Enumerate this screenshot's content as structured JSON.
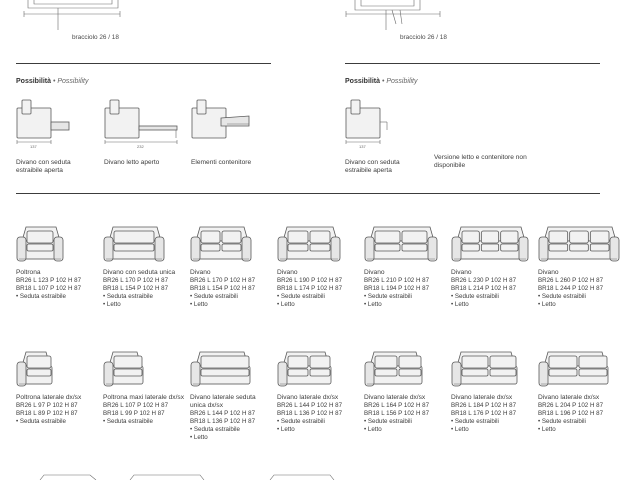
{
  "top": {
    "left_caption": "bracciolo 26 / 18",
    "right_caption": "bracciolo 26 / 18"
  },
  "possibilities_left": {
    "title_it": "Possibilità",
    "title_sep": "•",
    "title_en": "Possibility",
    "items": [
      {
        "caption": "Divano con seduta estraibile aperta",
        "dimension": "137"
      },
      {
        "caption": "Divano letto aperto",
        "dimension": "232"
      },
      {
        "caption": "Elementi contenitore"
      }
    ]
  },
  "possibilities_right": {
    "title_it": "Possibilità",
    "title_sep": "•",
    "title_en": "Possibility",
    "items": [
      {
        "caption": "Divano con seduta estraibile aperta",
        "dimension": "137"
      },
      {
        "caption": "Versione letto e contenitore non disponibile"
      }
    ]
  },
  "models_row1": [
    {
      "name": "Poltrona",
      "dims": [
        "BR26 L 123 P 102 H 87",
        "BR18 L 107 P 102 H 87"
      ],
      "features": [
        "• Seduta estraibile"
      ]
    },
    {
      "name": "Divano con seduta unica",
      "dims": [
        "BR26 L 170 P 102 H 87",
        "BR18 L 154 P 102 H 87"
      ],
      "features": [
        "• Seduta estraibile",
        "• Letto"
      ]
    },
    {
      "name": "Divano",
      "dims": [
        "BR26 L 170 P 102 H 87",
        "BR18 L 154 P 102 H 87"
      ],
      "features": [
        "• Sedute estraibili",
        "• Letto"
      ]
    },
    {
      "name": "Divano",
      "dims": [
        "BR26 L 190 P 102 H 87",
        "BR18 L 174 P 102 H 87"
      ],
      "features": [
        "• Sedute estraibili",
        "• Letto"
      ]
    },
    {
      "name": "Divano",
      "dims": [
        "BR26 L 210 P 102 H 87",
        "BR18 L 194 P 102 H 87"
      ],
      "features": [
        "• Sedute estraibili",
        "• Letto"
      ]
    },
    {
      "name": "Divano",
      "dims": [
        "BR26 L 230 P 102 H 87",
        "BR18 L 214 P 102 H 87"
      ],
      "features": [
        "• Sedute estraibili",
        "• Letto"
      ]
    },
    {
      "name": "Divano",
      "dims": [
        "BR26 L 260 P 102 H 87",
        "BR18 L 244 P 102 H 87"
      ],
      "features": [
        "• Sedute estraibili",
        "• Letto"
      ]
    }
  ],
  "models_row2": [
    {
      "name": "Poltrona laterale dx/sx",
      "dims": [
        "BR26 L 97 P 102 H 87",
        "BR18 L 89 P 102 H 87"
      ],
      "features": [
        "• Seduta estraibile"
      ]
    },
    {
      "name": "Poltrona maxi laterale dx/sx",
      "dims": [
        "BR26 L 107 P 102 H 87",
        "BR18 L 99 P 102 H 87"
      ],
      "features": [
        "• Seduta estraibile"
      ]
    },
    {
      "name": "Divano laterale seduta unica dx/sx",
      "dims": [
        "BR26 L 144 P 102 H 87",
        "BR18 L 136 P 102 H 87"
      ],
      "features": [
        "• Seduta estraibile",
        "• Letto"
      ]
    },
    {
      "name": "Divano laterale dx/sx",
      "dims": [
        "BR26 L 144 P 102 H 87",
        "BR18 L 136 P 102 H 87"
      ],
      "features": [
        "• Sedute estraibili",
        "• Letto"
      ]
    },
    {
      "name": "Divano laterale dx/sx",
      "dims": [
        "BR26 L 164 P 102 H 87",
        "BR18 L 156 P 102 H 87"
      ],
      "features": [
        "• Sedute estraibili",
        "• Letto"
      ]
    },
    {
      "name": "Divano laterale dx/sx",
      "dims": [
        "BR26 L 184 P 102 H 87",
        "BR18 L 176 P 102 H 87"
      ],
      "features": [
        "• Sedute estraibili",
        "• Letto"
      ]
    },
    {
      "name": "Divano laterale dx/sx",
      "dims": [
        "BR26 L 204 P 102 H 87",
        "BR18 L 196 P 102 H 87"
      ],
      "features": [
        "• Sedute estraibili",
        "• Letto"
      ]
    }
  ]
}
